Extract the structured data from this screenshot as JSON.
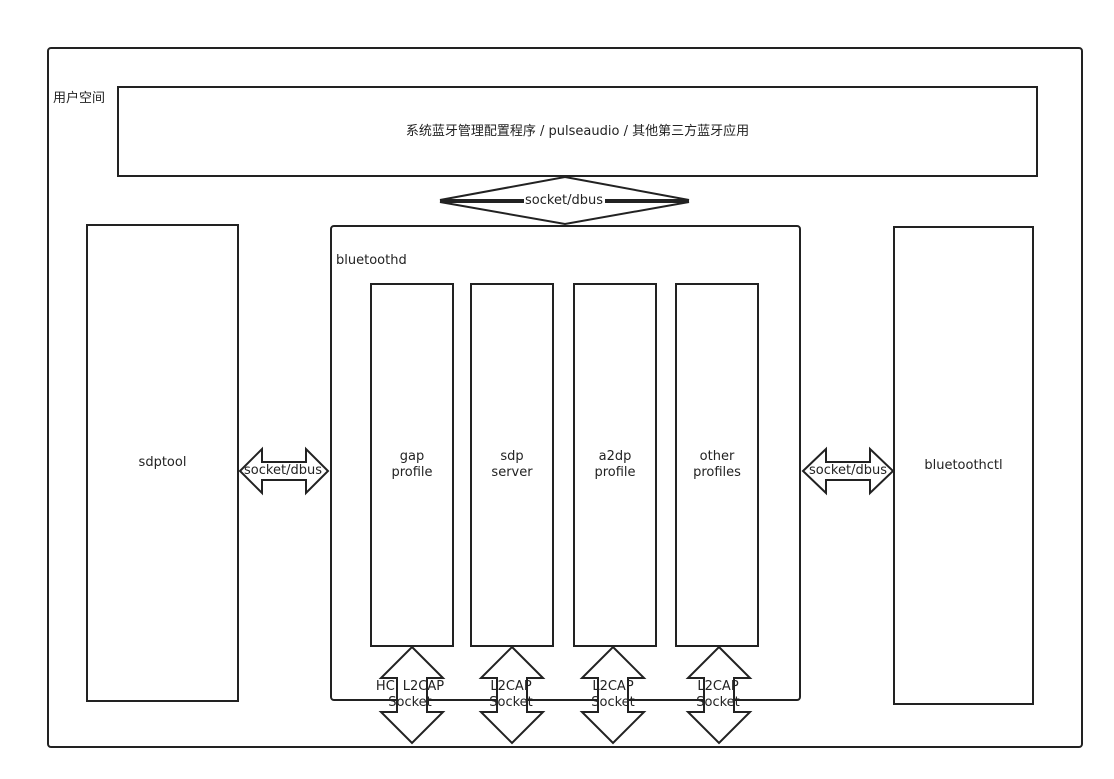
{
  "user_space": {
    "label": "用户空间",
    "apps_box": "系统蓝牙管理配置程序 / pulseaudio / 其他第三方蓝牙应用"
  },
  "top_arrow": {
    "label": "socket/dbus"
  },
  "left_tool": {
    "label": "sdptool"
  },
  "left_arrow": {
    "label": "socket/dbus"
  },
  "right_tool": {
    "label": "bluetoothctl"
  },
  "right_arrow": {
    "label": "socket/dbus"
  },
  "daemon": {
    "label": "bluetoothd",
    "profiles": [
      {
        "line1": "gap",
        "line2": "profile",
        "socket1": "HCI L2CAP",
        "socket2": "Socket"
      },
      {
        "line1": "sdp",
        "line2": "server",
        "socket1": "L2CAP",
        "socket2": "Socket"
      },
      {
        "line1": "a2dp",
        "line2": "profile",
        "socket1": "L2CAP",
        "socket2": "Socket"
      },
      {
        "line1": "other",
        "line2": "profiles",
        "socket1": "L2CAP",
        "socket2": "Socket"
      }
    ]
  }
}
